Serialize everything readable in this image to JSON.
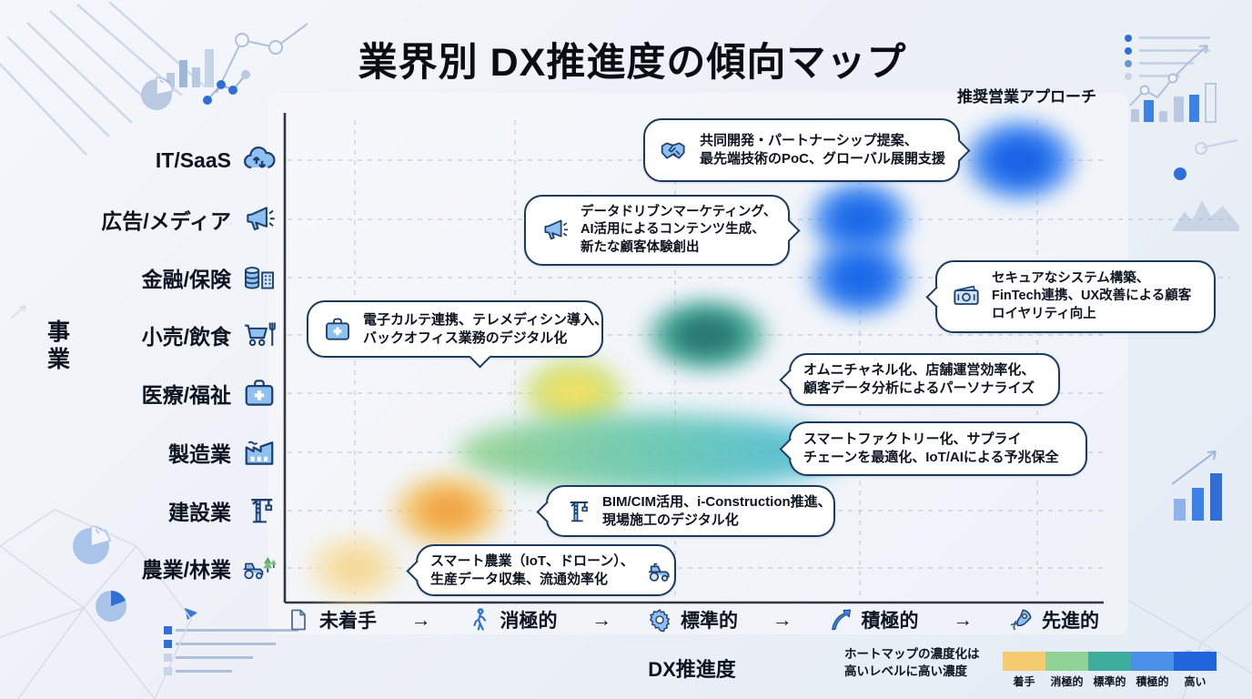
{
  "title": "業界別 DX推進度の傾向マップ",
  "approach_header": "推奨営業アプローチ",
  "y_axis": {
    "label": "事業",
    "categories": [
      {
        "label": "IT/SaaS",
        "icon": "cloud-upload-icon"
      },
      {
        "label": "広告/メディア",
        "icon": "megaphone-icon"
      },
      {
        "label": "金融/保険",
        "icon": "coins-building-icon"
      },
      {
        "label": "小売/飲食",
        "icon": "cart-utensils-icon"
      },
      {
        "label": "医療/福祉",
        "icon": "first-aid-icon"
      },
      {
        "label": "製造業",
        "icon": "factory-icon"
      },
      {
        "label": "建設業",
        "icon": "crane-icon"
      },
      {
        "label": "農業/林業",
        "icon": "tractor-trees-icon"
      }
    ]
  },
  "x_axis": {
    "label": "DX推進度",
    "arrow": "→",
    "levels": [
      {
        "label": "未着手",
        "icon": "document-icon"
      },
      {
        "label": "消極的",
        "icon": "walking-icon"
      },
      {
        "label": "標準的",
        "icon": "gear-icon"
      },
      {
        "label": "積極的",
        "icon": "arrow-up-icon"
      },
      {
        "label": "先進的",
        "icon": "rocket-icon"
      }
    ]
  },
  "callouts": [
    {
      "industry": "IT/SaaS",
      "icon": "handshake-icon",
      "lines": [
        "共同開発・パートナーシップ提案、",
        "最先端技術のPoC、グローバル展開支援"
      ]
    },
    {
      "industry": "広告/メディア",
      "icon": "megaphone-icon",
      "lines": [
        "データドリブンマーケティング、",
        "AI活用によるコンテンツ生成、",
        "新たな顧客体験創出"
      ]
    },
    {
      "industry": "金融/保険",
      "icon": "banknote-icon",
      "lines": [
        "セキュアなシステム構築、",
        "FinTech連携、UX改善による顧客",
        "ロイヤリティ向上"
      ]
    },
    {
      "industry": "医療/福祉",
      "icon": "first-aid-icon",
      "lines": [
        "電子カルテ連携、テレメディシン導入、",
        "バックオフィス業務のデジタル化"
      ]
    },
    {
      "industry": "小売/飲食",
      "icon": null,
      "lines": [
        "オムニチャネル化、店舗運営効率化、",
        "顧客データ分析によるパーソナライズ"
      ]
    },
    {
      "industry": "製造業",
      "icon": null,
      "lines": [
        "スマートファクトリー化、サプライ",
        "チェーンを最適化、IoT/AIによる予兆保全"
      ]
    },
    {
      "industry": "建設業",
      "icon": "crane-icon",
      "lines": [
        "BIM/CIM活用、i-Construction推進、",
        "現場施工のデジタル化"
      ]
    },
    {
      "industry": "農業/林業",
      "icon": "tractor-icon",
      "icon_side": "right",
      "lines": [
        "スマート農業（IoT、ドローン）、",
        "生産データ収集、流通効率化"
      ]
    }
  ],
  "legend": {
    "note_line1": "ホートマップの濃度化は",
    "note_line2": "高いレベルに高い濃度",
    "segments": [
      {
        "label": "着手",
        "color": "#F6CB6F"
      },
      {
        "label": "消極的",
        "color": "#8FD494"
      },
      {
        "label": "標準的",
        "color": "#3EAD9E"
      },
      {
        "label": "積極的",
        "color": "#4A90E8"
      },
      {
        "label": "高い",
        "color": "#2264DB"
      }
    ]
  },
  "chart_data": {
    "type": "heatmap",
    "title": "業界別 DX推進度の傾向マップ",
    "xlabel": "DX推進度",
    "ylabel": "事業",
    "x_levels": [
      "未着手",
      "消極的",
      "標準的",
      "積極的",
      "先進的"
    ],
    "x_scale": [
      1,
      5
    ],
    "y_categories": [
      "IT/SaaS",
      "広告/メディア",
      "金融/保険",
      "小売/飲食",
      "医療/福祉",
      "製造業",
      "建設業",
      "農業/林業"
    ],
    "grid": "dashed",
    "legend_position": "bottom-right",
    "points": [
      {
        "industry": "IT/SaaS",
        "level": 4.9,
        "level_label": "先進的",
        "heat": "高い",
        "w": 140,
        "h": 104,
        "colors": {
          "inner": "#0a58e6",
          "mid": "#2e7cf0",
          "outer": "rgba(90,150,240,0)"
        }
      },
      {
        "industry": "広告/メディア",
        "level": 4.0,
        "level_label": "積極的",
        "heat": "高い",
        "w": 128,
        "h": 100,
        "colors": {
          "inner": "#0d5fe8",
          "mid": "#3380f0",
          "outer": "rgba(100,160,245,0)"
        }
      },
      {
        "industry": "金融/保険",
        "level": 4.0,
        "level_label": "積極的",
        "heat": "高い",
        "w": 128,
        "h": 100,
        "colors": {
          "inner": "#0d5fe8",
          "mid": "#3380f0",
          "outer": "rgba(100,160,245,0)"
        }
      },
      {
        "industry": "小売/飲食",
        "level": 3.17,
        "level_label": "標準的",
        "heat": "標準的",
        "w": 152,
        "h": 94,
        "colors": {
          "inner": "#1c6f68",
          "mid": "#34a08d",
          "outer": "rgba(120,200,170,0)"
        }
      },
      {
        "industry": "医療/福祉",
        "level": 2.37,
        "level_label": "消極的〜標準的",
        "heat": "消極的",
        "w": 132,
        "h": 92,
        "colors": {
          "inner": "#eee05e",
          "mid": "#cfe070",
          "outer": "rgba(150,210,120,0)"
        }
      },
      {
        "industry": "製造業",
        "shape": "elongated",
        "level_start": 1.9,
        "level_end": 3.7,
        "level_label": "消極的〜積極的",
        "heat": "標準的〜積極的",
        "h": 84,
        "colors": {
          "from": "#8ed084",
          "via": "#57c2ae",
          "to": "#3ab4da"
        }
      },
      {
        "industry": "建設業",
        "level": 1.58,
        "level_label": "消極的",
        "heat": "着手〜消極的",
        "w": 140,
        "h": 96,
        "colors": {
          "inner": "#f1a13b",
          "mid": "#f3c76d",
          "outer": "rgba(248,230,170,0)"
        }
      },
      {
        "industry": "農業/林業",
        "level": 1.0,
        "level_label": "未着手",
        "heat": "着手",
        "w": 122,
        "h": 88,
        "colors": {
          "inner": "#f5d893",
          "mid": "#f8e6ba",
          "outer": "rgba(250,235,190,0)"
        }
      }
    ]
  }
}
